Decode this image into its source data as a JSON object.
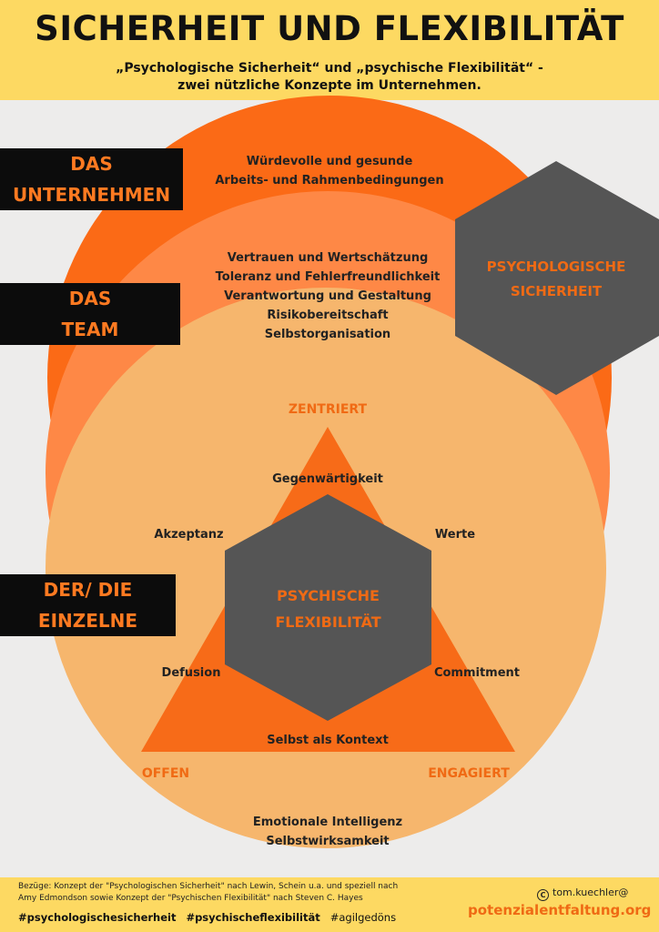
{
  "header": {
    "title": "SICHERHEIT UND FLEXIBILITÄT",
    "subtitle_line1": "„Psychologische Sicherheit“ und „psychische Flexibilität“ -",
    "subtitle_line2": "zwei nützliche Konzepte im Unternehmen."
  },
  "labels": {
    "unternehmen_1": "DAS",
    "unternehmen_2": "UNTERNEHMEN",
    "team_1": "DAS",
    "team_2": "TEAM",
    "einzelne_1": "DER/ DIE",
    "einzelne_2": "EINZELNE"
  },
  "unternehmen_text": {
    "line1": "Würdevolle und gesunde",
    "line2": "Arbeits- und Rahmenbedingungen"
  },
  "team_text": {
    "line1": "Vertrauen und Wertschätzung",
    "line2": "Toleranz und Fehlerfreundlichkeit",
    "line3": "Verantwortung und Gestaltung",
    "line4": "Risikobereitschaft",
    "line5": "Selbstorganisation"
  },
  "hexagons": {
    "psych_sicherheit_1": "PSYCHOLOGISCHE",
    "psych_sicherheit_2": "SICHERHEIT",
    "psych_flex_1": "PSYCHISCHE",
    "psych_flex_2": "FLEXIBILITÄT"
  },
  "triangle": {
    "top": "ZENTRIERT",
    "bottom_left": "OFFEN",
    "bottom_right": "ENGAGIERT",
    "gegenwaertigkeit": "Gegenwärtigkeit",
    "akzeptanz": "Akzeptanz",
    "werte": "Werte",
    "defusion": "Defusion",
    "commitment": "Commitment",
    "selbst": "Selbst als Kontext"
  },
  "einzelne_text": {
    "line1": "Emotionale Intelligenz",
    "line2": "Selbstwirksamkeit"
  },
  "footer": {
    "refs_line1": "Bezüge: Konzept der \"Psychologischen Sicherheit\" nach Lewin, Schein u.a. und speziell nach",
    "refs_line2": "Amy Edmondson sowie Konzept der \"Psychischen Flexibilität\" nach Steven C. Hayes",
    "hashtag1": "#psychologischesicherheit",
    "hashtag2": "#psychischeflexibilität",
    "hashtag3": "#agilgedöns",
    "handle": "tom.kuechler@",
    "site": "potenzialentfaltung.org",
    "copyright_icon": "copyright-icon"
  },
  "colors": {
    "header_bg": "#fdd962",
    "outer_circle": "#fb6a16",
    "middle_circle": "#fe8846",
    "inner_circle": "#f6b66d",
    "hexagon": "#555555",
    "triangle": "#f76b18",
    "label_box": "#0c0c0c",
    "accent_text": "#ff7a21"
  }
}
